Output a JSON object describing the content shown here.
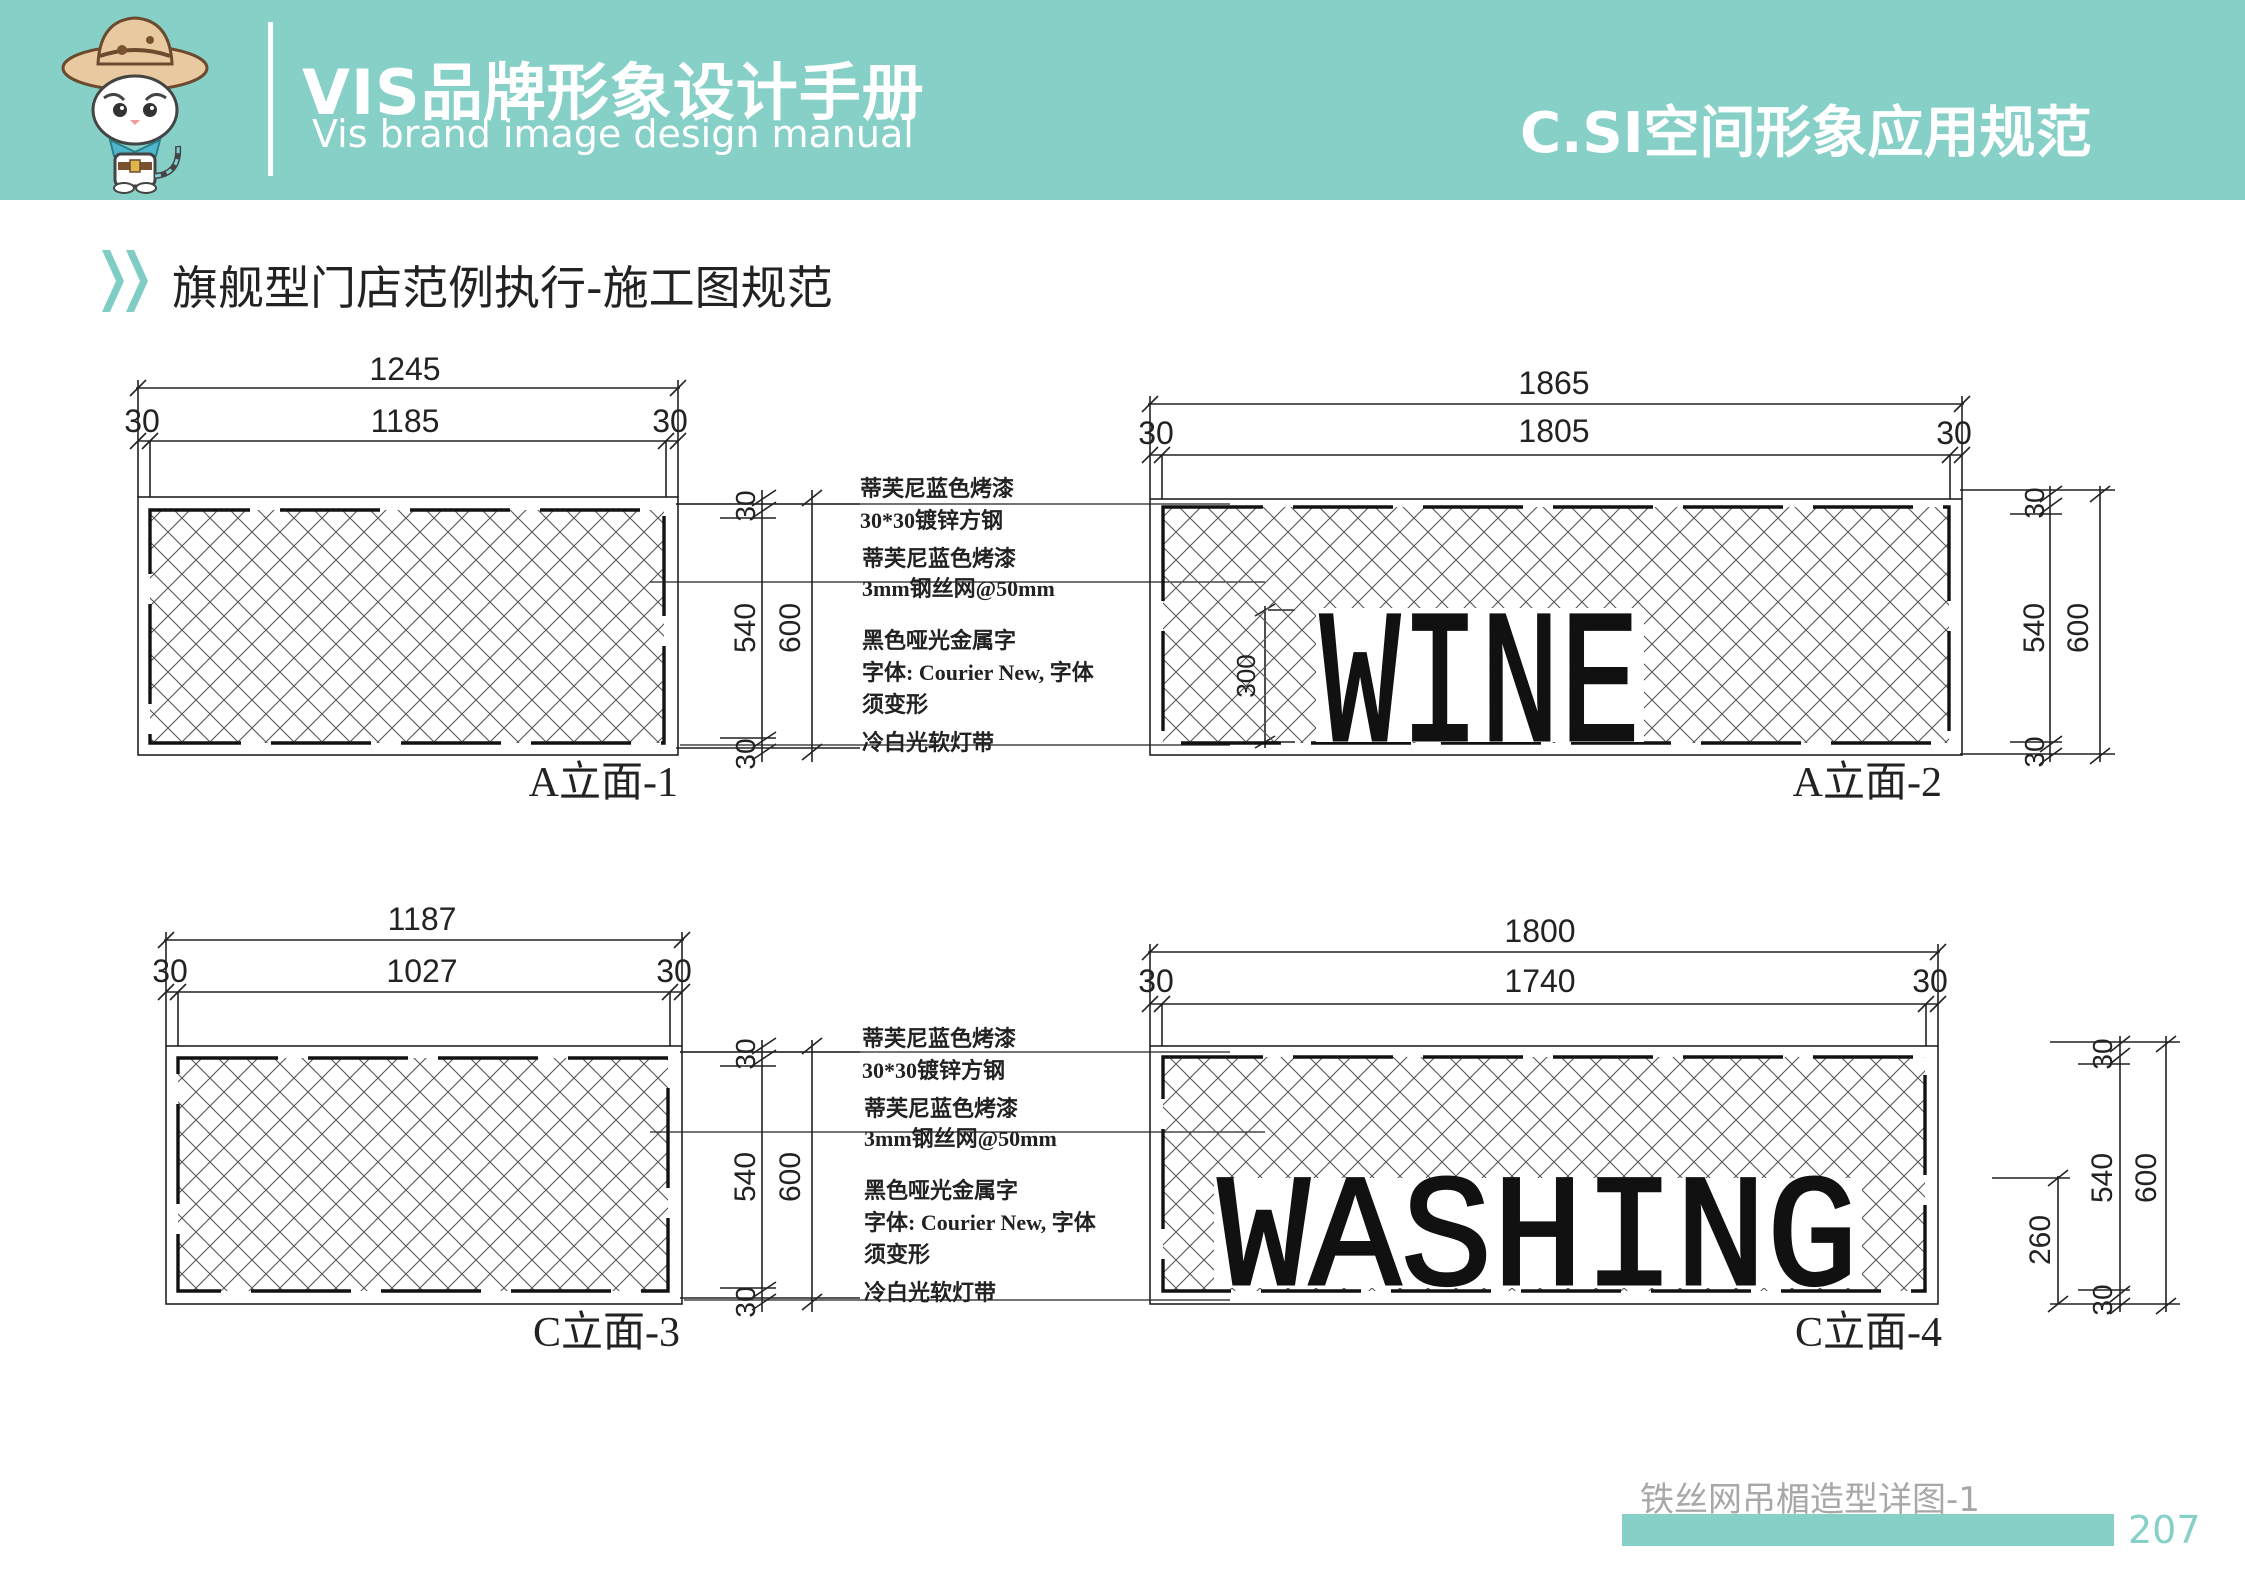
{
  "header": {
    "brand_cn": "VIS品牌形象设计手册",
    "brand_en": "Vis brand image design manual",
    "section_title": "C.SI空间形象应用规范",
    "accent_color": "#86d0c8"
  },
  "page": {
    "subtitle": "旗舰型门店范例执行-施工图规范",
    "footer_caption": "铁丝网吊楣造型详图-1",
    "page_number": "207"
  },
  "drawings": {
    "a1": {
      "label": "A立面-1",
      "total": "1245",
      "inner": "1185",
      "end_left": "30",
      "end_right": "30",
      "v_top": "30",
      "v_mid": "540",
      "v_total": "600",
      "v_bottom": "30"
    },
    "a2": {
      "label": "A立面-2",
      "total": "1865",
      "inner": "1805",
      "end_left": "30",
      "end_right": "30",
      "v_top": "30",
      "v_mid": "540",
      "v_total": "600",
      "v_bottom": "30",
      "sign_text": "WINE",
      "sign_height": "300"
    },
    "c3": {
      "label": "C立面-3",
      "total": "1187",
      "inner": "1027",
      "end_left": "30",
      "end_right": "30",
      "v_top": "30",
      "v_mid": "540",
      "v_total": "600",
      "v_bottom": "30"
    },
    "c4": {
      "label": "C立面-4",
      "total": "1800",
      "inner": "1740",
      "end_left": "30",
      "end_right": "30",
      "v_top": "30",
      "v_mid": "540",
      "v_total": "600",
      "v_bottom": "30",
      "sign_text": "WASHING",
      "sign_height": "260"
    },
    "notes": {
      "n1": "蒂芙尼蓝色烤漆",
      "n2": "30*30镀锌方钢",
      "n3": "蒂芙尼蓝色烤漆",
      "n4": "3mm钢丝网@50mm",
      "n5": "黑色哑光金属字",
      "n6": "字体: Courier New, 字体",
      "n7": "须变形",
      "n8": "冷白光软灯带"
    }
  }
}
